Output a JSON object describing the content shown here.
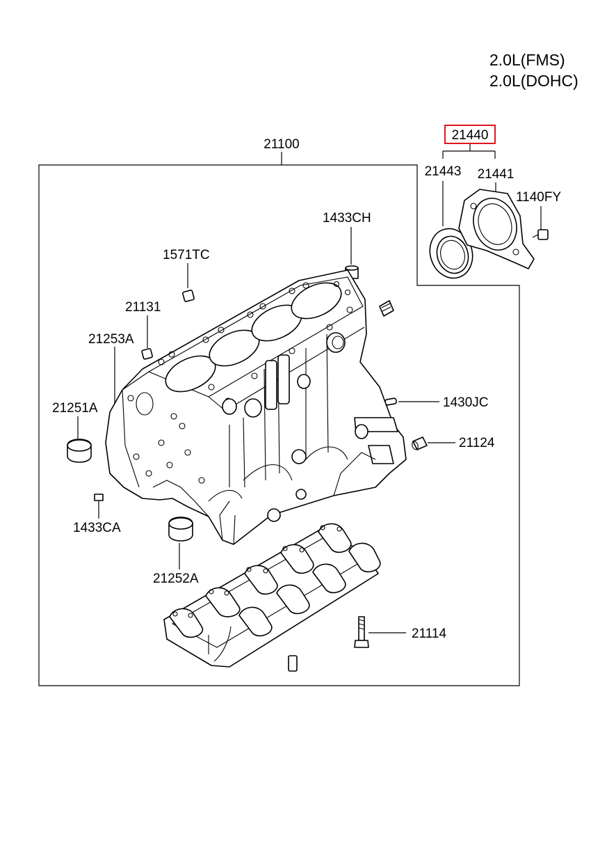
{
  "header": {
    "line1": "2.0L(FMS)",
    "line2": "2.0L(DOHC)"
  },
  "labels": {
    "assembly": "21100",
    "seal_kit": "21440",
    "oil_seal": "21443",
    "seal_case": "21441",
    "bolt_1140fy": "1140FY",
    "plug_1433ch": "1433CH",
    "plug_1571tc": "1571TC",
    "plug_21131": "21131",
    "bushing_21253a": "21253A",
    "bushing_21251a": "21251A",
    "pin_1430jc": "1430JC",
    "sleeve_21124": "21124",
    "pin_1433ca": "1433CA",
    "bushing_21252a": "21252A",
    "bolt_21114": "21114"
  },
  "highlight": {
    "part": "21440",
    "color": "#e0161b"
  },
  "icons": {
    "block": "engine-block-icon",
    "bedplate": "bearing-bedplate-icon",
    "seal": "oil-seal-icon"
  }
}
